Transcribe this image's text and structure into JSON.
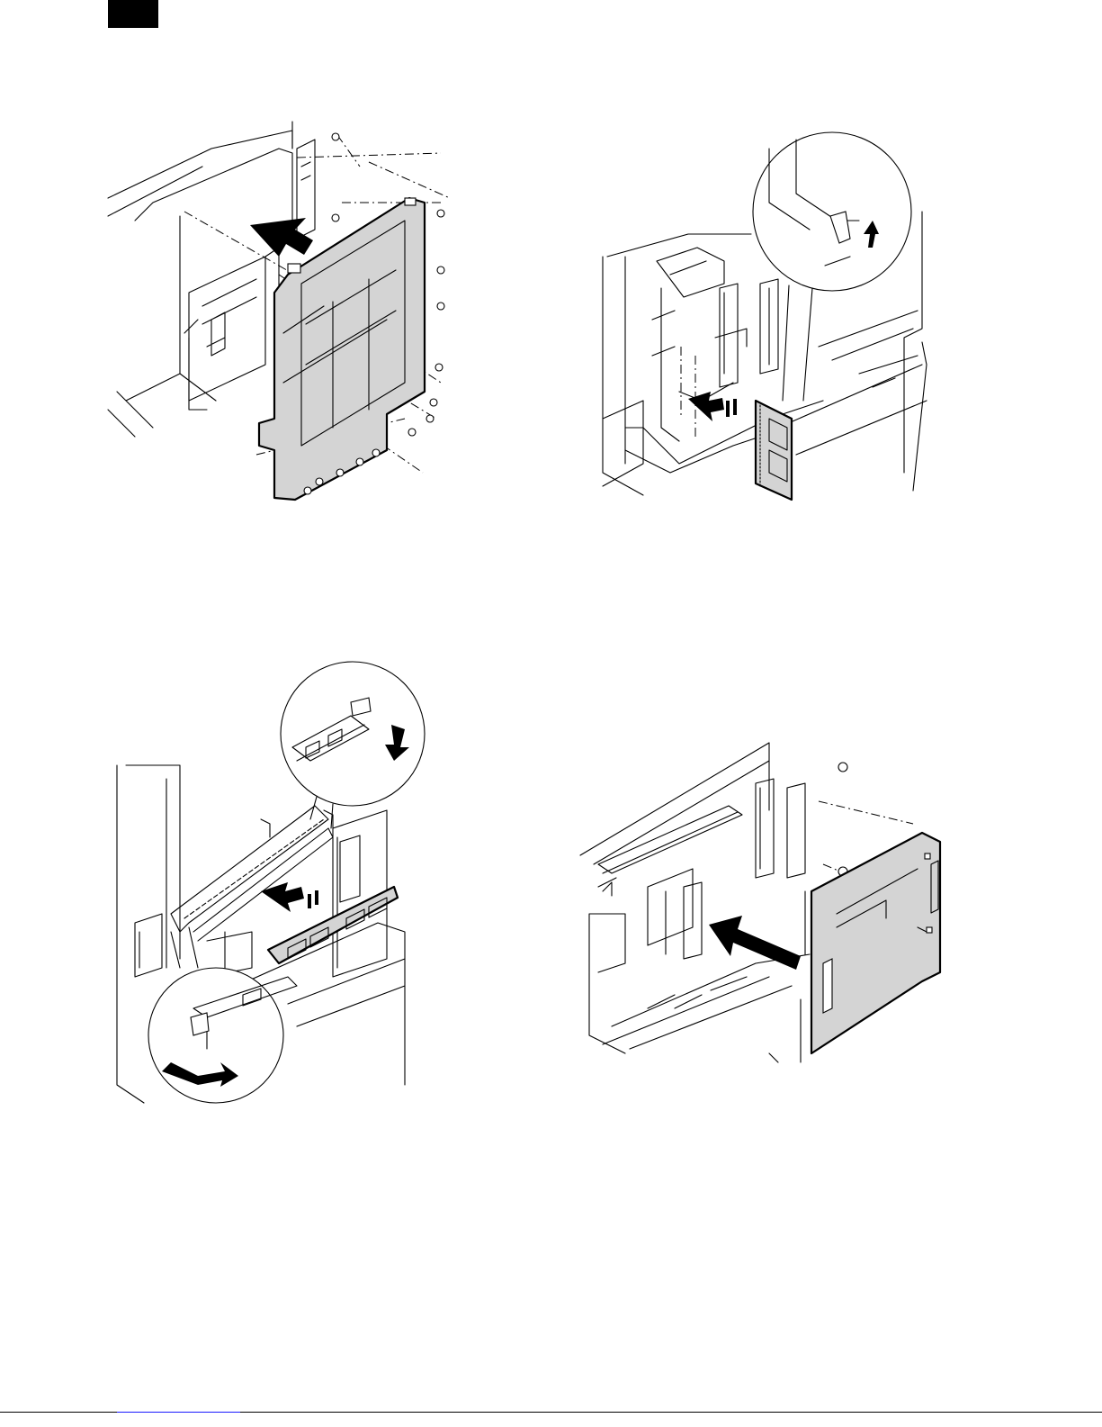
{
  "page": {
    "header_tab_color": "#000000",
    "footer_link_color": "#1a1aff"
  },
  "figures": [
    {
      "id": "fig-1",
      "icon": "shield-plate-removal-illustration"
    },
    {
      "id": "fig-2",
      "icon": "memory-module-insert-illustration"
    },
    {
      "id": "fig-3",
      "icon": "dimm-slot-insert-illustration"
    },
    {
      "id": "fig-4",
      "icon": "expansion-board-install-illustration"
    }
  ]
}
